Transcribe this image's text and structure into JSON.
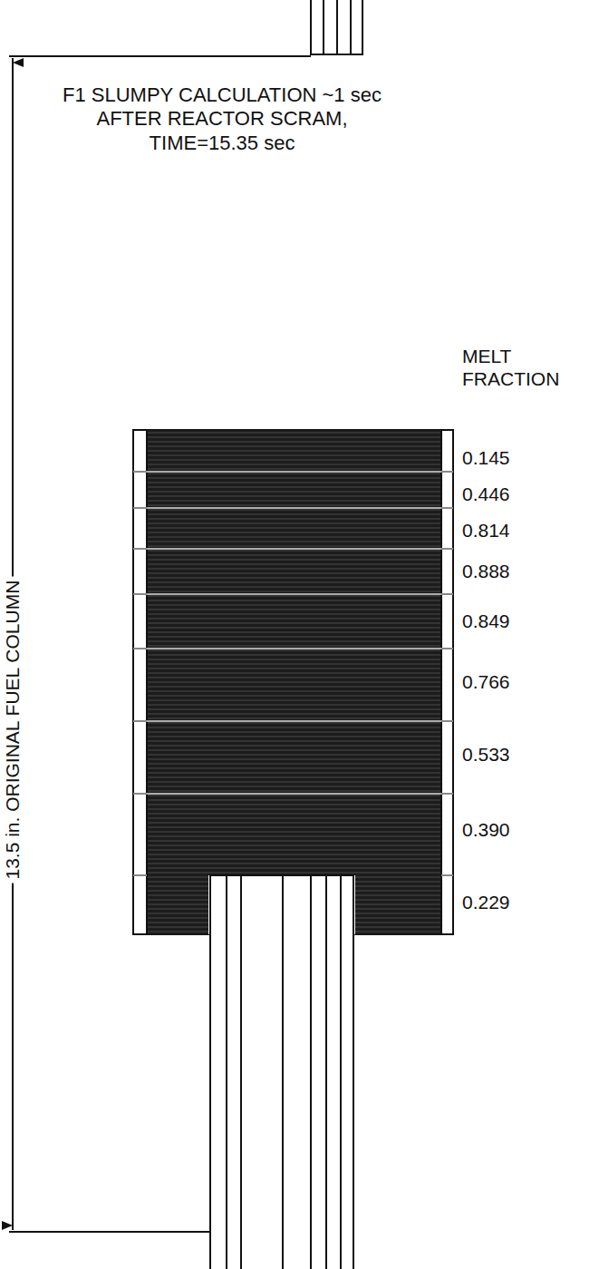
{
  "diagram": {
    "title": "F1 SLUMPY CALCULATION ~1 sec AFTER REACTOR SCRAM, TIME=15.35 sec",
    "labels": [
      "MELT FRACTION",
      "0.145",
      "0.446",
      "0.814",
      "0.888",
      "0.849",
      "0.766",
      "0.533",
      "0.390",
      "0.229",
      "13.5 in. ORIGINAL FUEL COLUMN"
    ]
  }
}
